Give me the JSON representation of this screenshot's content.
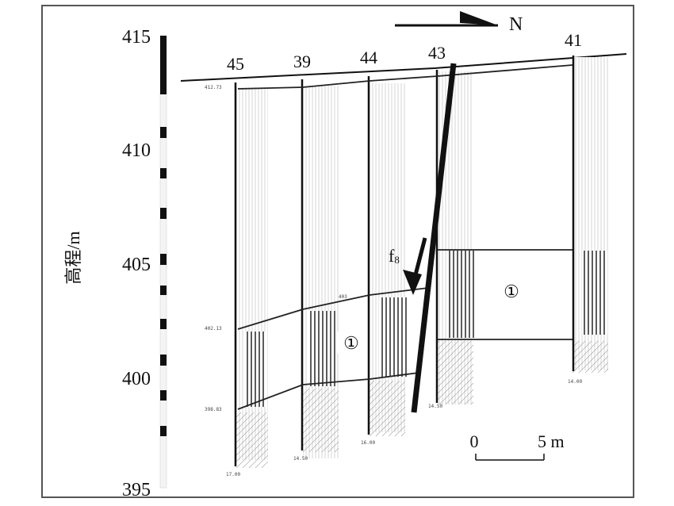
{
  "elevation_axis": {
    "title": "高程/m",
    "ticks": [
      "415",
      "410",
      "405",
      "400",
      "395"
    ]
  },
  "north_arrow": {
    "label": "N"
  },
  "boreholes": [
    {
      "id": "45",
      "top_label": "412.73",
      "bottom_label": "17.00"
    },
    {
      "id": "39",
      "top_label": "",
      "bottom_label": "14.50"
    },
    {
      "id": "44",
      "top_label": "",
      "bottom_label": "16.00"
    },
    {
      "id": "43",
      "top_label": "",
      "bottom_label": "14.50"
    },
    {
      "id": "41",
      "top_label": "",
      "bottom_label": "14.00"
    }
  ],
  "small_labels": {
    "l1": "402.13",
    "l2": "398.83",
    "l3": "403"
  },
  "fault": {
    "label": "f",
    "subscript": "8"
  },
  "zones": [
    "①",
    "①"
  ],
  "scale_bar": {
    "start": "0",
    "end": "5 m"
  }
}
